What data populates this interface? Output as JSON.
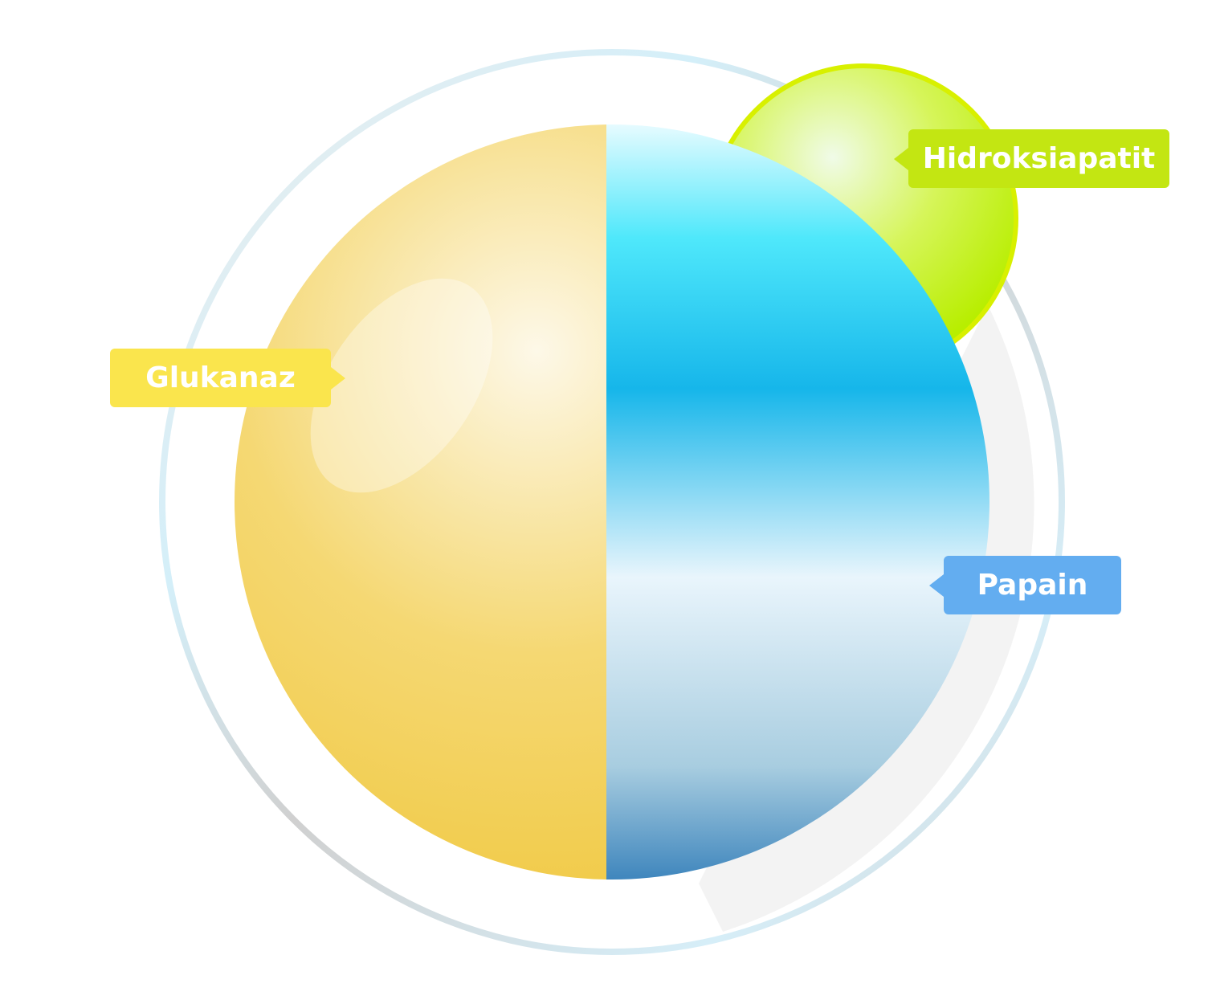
{
  "labels": {
    "hidroksiapatit": "Hidroksiapatit",
    "glukanaz": "Glukanaz",
    "papain": "Papain"
  },
  "colors": {
    "hidroksiapatit": "#c3e612",
    "glukanaz": "#fae54d",
    "papain": "#63adf0"
  }
}
